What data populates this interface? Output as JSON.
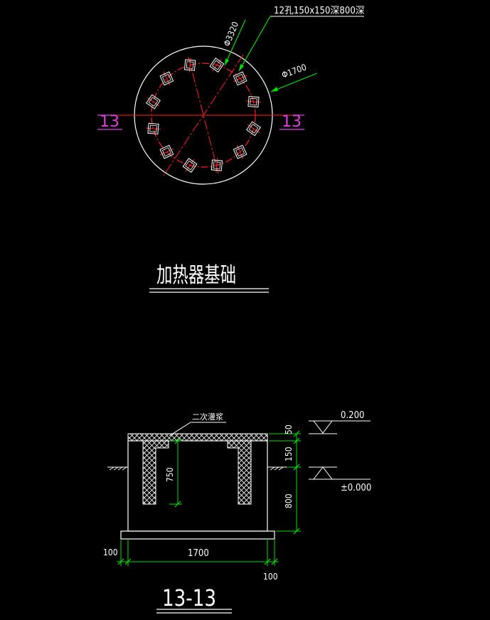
{
  "plan": {
    "hole_note": "12孔150x150深800深",
    "dia_outer": "Φ3320",
    "dia_inner": "Φ1700",
    "section_mark_left": "13",
    "section_mark_right": "13",
    "hole_count": 12
  },
  "plan_title": "加热器基础",
  "section": {
    "grout_label": "二次灌浆",
    "elev_top": "0.200",
    "elev_ground": "±0.000",
    "dim_50": "50",
    "dim_150": "150",
    "dim_800": "800",
    "dim_750": "750",
    "dim_100_left": "100",
    "dim_1700": "1700",
    "dim_100_right": "100",
    "title": "13-13"
  },
  "colors": {
    "background": "#000000",
    "outline": "#ffffff",
    "center_line": "#ff2020",
    "dimension": "#00e000",
    "section_mark": "#e040e0"
  }
}
